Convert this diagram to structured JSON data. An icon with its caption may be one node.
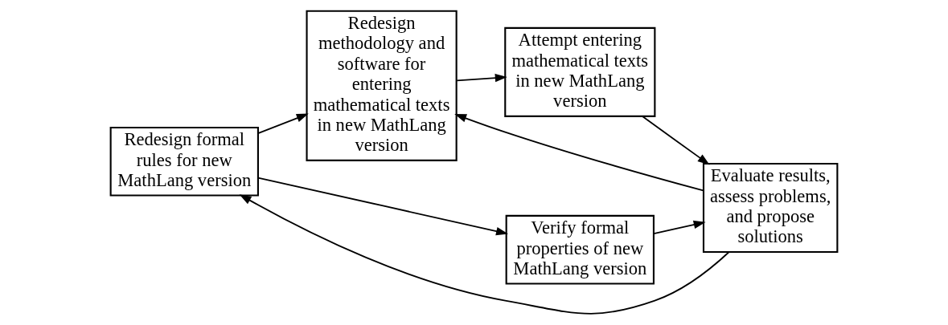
{
  "diagram": {
    "nodes": [
      {
        "text": [
          "Redesign formal rules for new MathLang version"
        ]
      },
      {
        "text": [
          "Redesign methodology and software for entering mathematical texts in new MathLang version"
        ]
      },
      {
        "text": [
          "Verify formal properties of new MathLang version"
        ]
      },
      {
        "text": [
          "Attempt entering mathematical texts in new MathLang version"
        ]
      },
      {
        "text": [
          "Evaluate results, assess problems, and propose solutions"
        ]
      }
    ],
    "edges": [
      {
        "from": 0,
        "to": 1,
        "arrow": "to"
      },
      {
        "from": 0,
        "to": 2,
        "arrow": "to"
      },
      {
        "from": 1,
        "to": 3,
        "arrow": "to"
      },
      {
        "from": 3,
        "to": 4,
        "arrow": "to"
      },
      {
        "from": 2,
        "to": 4,
        "arrow": "to"
      },
      {
        "from": 4,
        "to": 0,
        "arrow": "to"
      },
      {
        "from": 4,
        "to": 1,
        "arrow": "to"
      }
    ]
  }
}
